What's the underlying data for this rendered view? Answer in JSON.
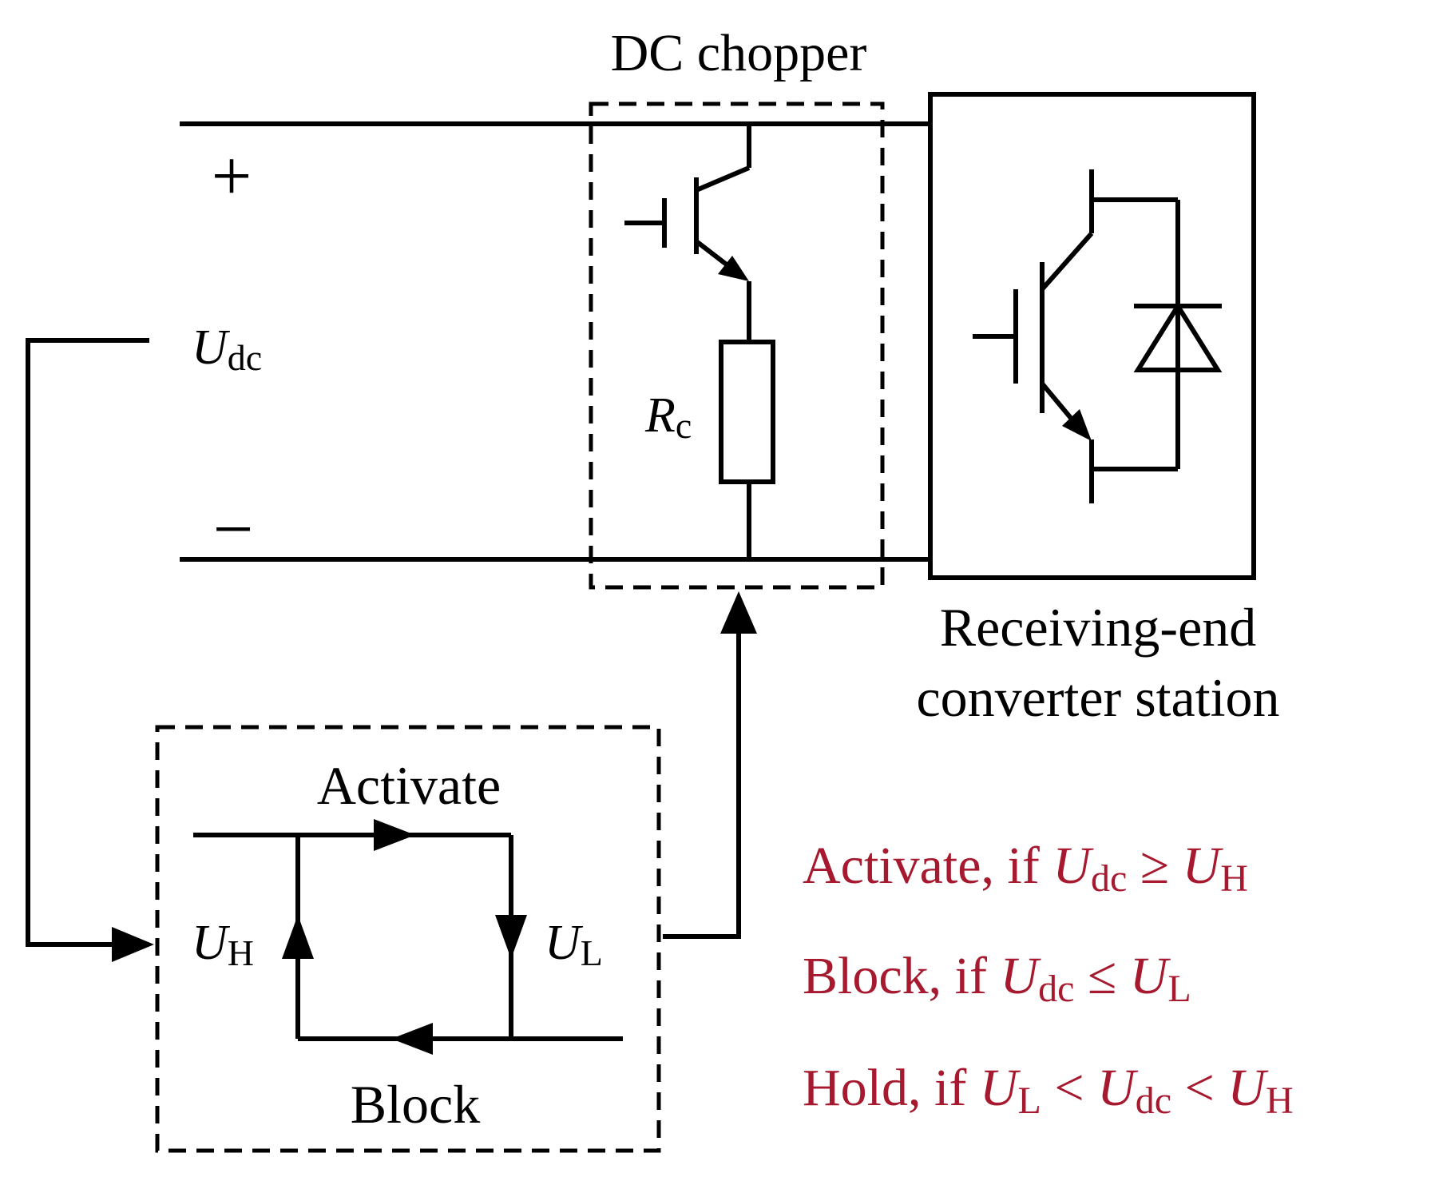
{
  "labels": {
    "dc_chopper": "DC chopper",
    "plus": "+",
    "minus": "−",
    "udc_var": "U",
    "udc_sub": "dc",
    "rc_var": "R",
    "rc_sub": "c",
    "station_line1": "Receiving-end",
    "station_line2": "converter station",
    "activate": "Activate",
    "block": "Block",
    "uh_var": "U",
    "uh_sub": "H",
    "ul_var": "U",
    "ul_sub": "L"
  },
  "rules": {
    "color": "#a6192e",
    "activate": {
      "prefix": "Activate, if ",
      "a_var": "U",
      "a_sub": "dc",
      "op": " ≥ ",
      "b_var": "U",
      "b_sub": "H"
    },
    "block": {
      "prefix": "Block, if ",
      "a_var": "U",
      "a_sub": "dc",
      "op": " ≤ ",
      "b_var": "U",
      "b_sub": "L"
    },
    "hold": {
      "prefix": "Hold, if ",
      "a_var": "U",
      "a_sub": "L",
      "op1": " < ",
      "b_var": "U",
      "b_sub": "dc",
      "op2": " < ",
      "c_var": "U",
      "c_sub": "H"
    }
  }
}
